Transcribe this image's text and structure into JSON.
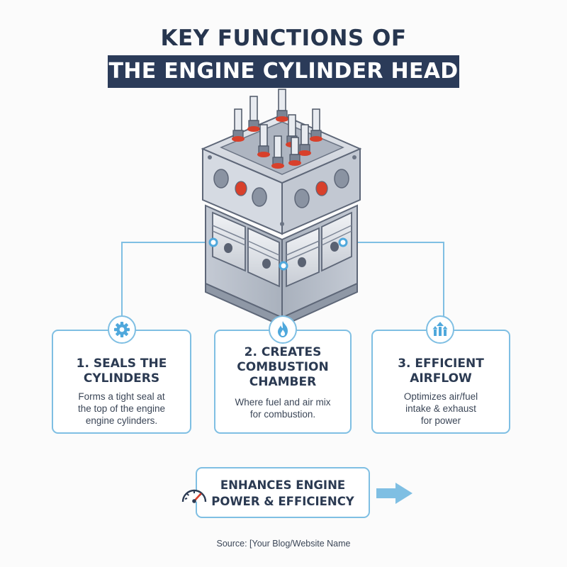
{
  "title": {
    "line1": "KEY FUNCTIONS OF",
    "line2": "THE ENGINE CYLINDER HEAD"
  },
  "cards": [
    {
      "icon": "gear-icon",
      "title_lines": [
        "1. SEALS THE",
        "CYLINDERS"
      ],
      "desc_lines": [
        "Forms a tight seal at",
        "the top of the engine",
        "engine cylinders."
      ]
    },
    {
      "icon": "flame-icon",
      "title_lines": [
        "2. CREATES",
        "COMBUSTION",
        "CHAMBER"
      ],
      "desc_lines": [
        "Where fuel and air mix",
        "for combustion."
      ]
    },
    {
      "icon": "airflow-arrows-icon",
      "title_lines": [
        "3. EFFICIENT",
        "AIRFLOW"
      ],
      "desc_lines": [
        "Optimizes air/fuel",
        "intake & exhaust",
        "for power"
      ]
    }
  ],
  "summary": {
    "icon": "speedometer-icon",
    "lines": [
      "ENHANCES ENGINE",
      "POWER & EFFICIENCY"
    ]
  },
  "source": "Source: [Your Blog/Website Name",
  "colors": {
    "navy": "#2b3b59",
    "accent_blue": "#7fbfe3",
    "callout_blue": "#4fa8dc",
    "spark_red": "#d8402b",
    "metal": "#c6ccd6"
  }
}
